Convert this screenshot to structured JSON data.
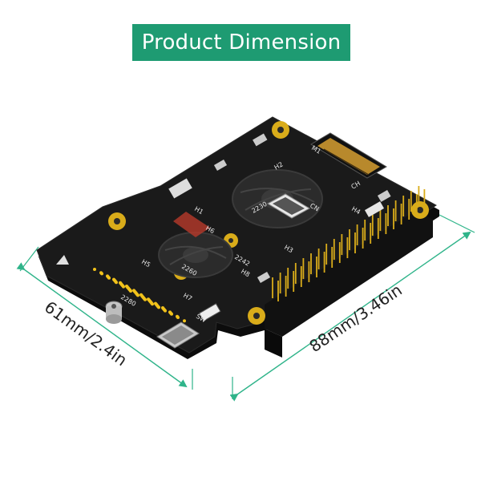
{
  "banner": {
    "title": "Product Dimension"
  },
  "dimensions": {
    "width_label": "61mm/2.4in",
    "length_label": "88mm/3.46in"
  },
  "board_silkscreen": {
    "slot_2230": "2230",
    "slot_2242": "2242",
    "slot_2260": "2260",
    "slot_2280": "2280",
    "h1": "H1",
    "h2": "H2",
    "h3": "H3",
    "h4": "H4",
    "h5": "H5",
    "h6": "H6",
    "h7": "H7",
    "h8": "H8",
    "sw": "SW",
    "m1": "M1",
    "ch": "CH",
    "cn": "CN"
  },
  "colors": {
    "banner": "#1e9b72",
    "arrow": "#2fb48a",
    "pcb": "#1a1a1a",
    "gold": "#d9ac1a",
    "pads": "#f1c21b"
  }
}
